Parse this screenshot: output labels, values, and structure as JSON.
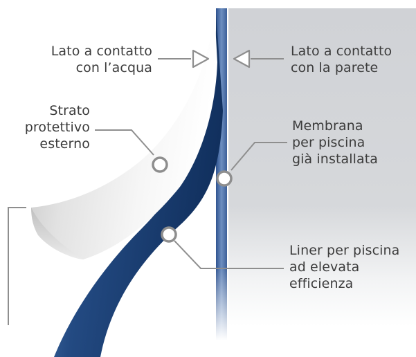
{
  "labels": {
    "water_side": {
      "line1": "Lato a contatto",
      "line2": "con l’acqua"
    },
    "wall_side": {
      "line1": "Lato a contatto",
      "line2": "con la parete"
    },
    "protective_layer": {
      "line1": "Strato",
      "line2": "protettivo",
      "line3": "esterno"
    },
    "existing_membrane": {
      "line1": "Membrana",
      "line2": "per piscina",
      "line3": "già installata"
    },
    "liner": {
      "line1": "Liner per piscina",
      "line2": "ad elevata",
      "line3": "efficienza"
    }
  },
  "colors": {
    "wall_panel": "#d3d5d8",
    "wall_strip": "#5577a8",
    "liner_blue": "#1d3f72",
    "protective_white": "#e8e8e8",
    "leader_lines": "#8e8e8e",
    "text": "#3c3c3c"
  },
  "icons": {
    "water_side_marker": "triangle-arrow-right-icon",
    "wall_side_marker": "triangle-arrow-left-icon",
    "callout_marker": "ring-dot-icon"
  }
}
